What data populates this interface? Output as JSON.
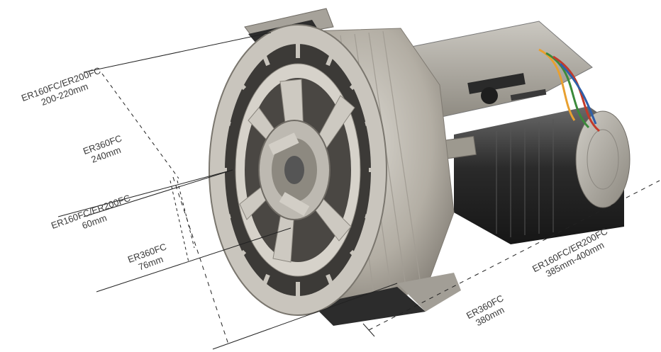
{
  "dimensions": {
    "outer_diameter": {
      "model_a": "ER160FC/ER200FC",
      "value_a": "200-220mm",
      "model_b": "ER360FC",
      "value_b": "240mm"
    },
    "shaft_diameter": {
      "model_a": "ER160FC/ER200FC",
      "value_a": "60mm",
      "model_b": "ER360FC",
      "value_b": "76mm"
    },
    "length": {
      "model_a": "ER160FC/ER200FC",
      "value_a": "385mm-400mm",
      "model_b": "ER360FC",
      "value_b": "380mm"
    }
  },
  "colors": {
    "line": "#222222",
    "text": "#3a3a3a",
    "metal": "#b9b5ad",
    "dark": "#2b2b2b",
    "wire_orange": "#e8a030"
  }
}
